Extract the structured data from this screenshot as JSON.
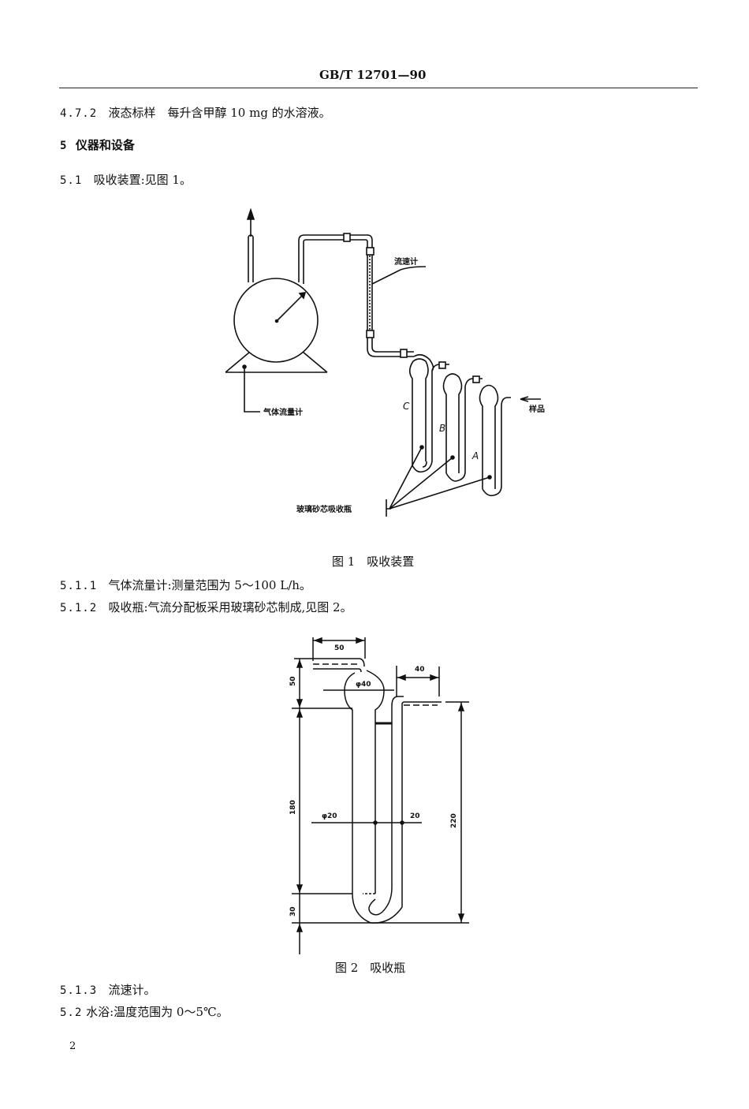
{
  "header": {
    "standard_code": "GB/T 12701—90"
  },
  "sections": [
    {
      "number": "4.7.2",
      "text": "液态标样　每升含甲醇 10 mg 的水溶液。"
    },
    {
      "number": "5",
      "text": "仪器和设备"
    },
    {
      "number": "5.1",
      "text": "吸收装置:见图 1。"
    },
    {
      "number": "5.1.1",
      "text": "气体流量计:测量范围为 5～100 L/h。"
    },
    {
      "number": "5.1.2",
      "text": "吸收瓶:气流分配板采用玻璃砂芯制成,见图 2。"
    },
    {
      "number": "5.1.3",
      "text": "流速计。"
    },
    {
      "number": "5.2",
      "text": "水浴:温度范围为 0～5℃。"
    }
  ],
  "figure1": {
    "caption": "图 1　吸收装置",
    "labels": {
      "flow_rate_meter": "流速计",
      "gas_flow_meter": "气体流量计",
      "bottle_a": "A",
      "bottle_b": "B",
      "bottle_c": "C",
      "sample": "样品",
      "fritted_bottle": "玻璃砂芯吸收瓶"
    }
  },
  "figure2": {
    "caption": "图 2　吸收瓶",
    "dimensions": {
      "top_width": "50",
      "outlet_width": "40",
      "bulb_diameter": "φ40",
      "bulb_height": "50",
      "tube_length": "180",
      "tube_diameter": "φ20",
      "tube_spacing": "20",
      "bottom_height": "30",
      "total_height": "220"
    }
  },
  "footer": {
    "page_number": "2"
  }
}
